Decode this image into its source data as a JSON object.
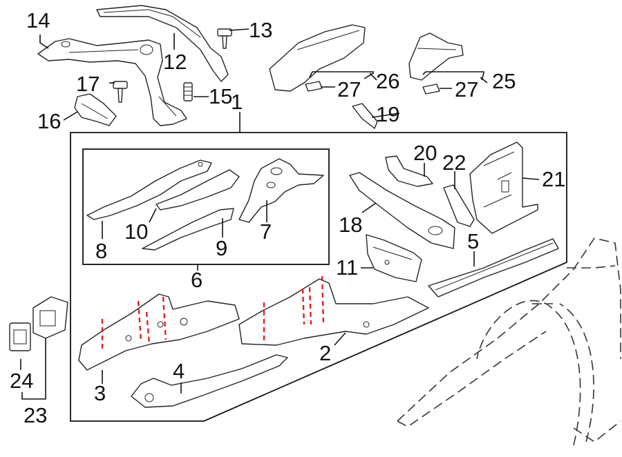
{
  "callouts": {
    "c1": "1",
    "c2": "2",
    "c3": "3",
    "c4": "4",
    "c5": "5",
    "c6": "6",
    "c7": "7",
    "c8": "8",
    "c9": "9",
    "c10": "10",
    "c11": "11",
    "c12": "12",
    "c13": "13",
    "c14": "14",
    "c15": "15",
    "c16": "16",
    "c17": "17",
    "c18": "18",
    "c19": "19",
    "c20": "20",
    "c21": "21",
    "c22": "22",
    "c23": "23",
    "c24": "24",
    "c25": "25",
    "c26": "26",
    "c27a": "27",
    "c27b": "27"
  },
  "colors": {
    "line": "#222222",
    "cut_line": "#e0201a",
    "background": "#ffffff"
  }
}
